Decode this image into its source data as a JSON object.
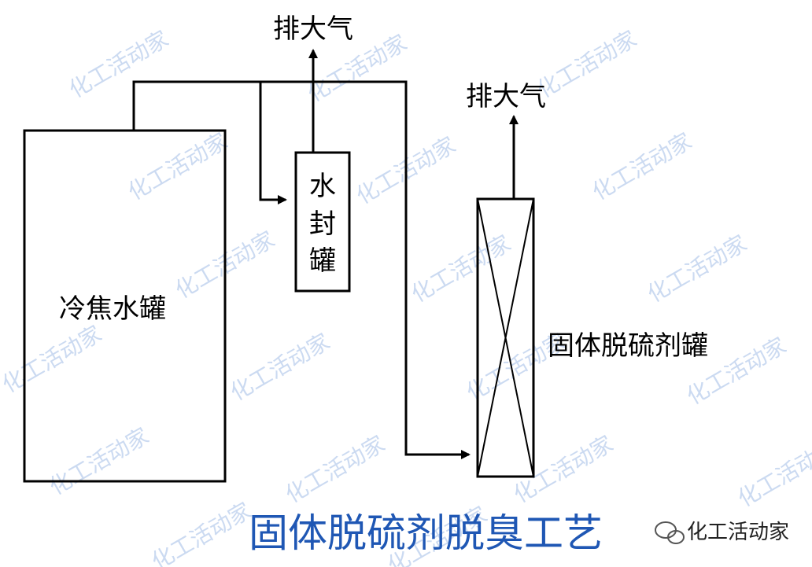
{
  "diagram": {
    "title": "固体脱硫剂脱臭工艺",
    "tanks": {
      "cold_coke_water": "冷焦水罐",
      "water_seal": [
        "水",
        "封",
        "罐"
      ],
      "solid_desulfurizer": "固体脱硫剂罐"
    },
    "vents": {
      "vent_water_seal": "排大气",
      "vent_desulfurizer": "排大气"
    }
  },
  "watermark": {
    "text": "化工活动家",
    "color": "#6a96d8"
  },
  "brand": {
    "name": "化工活动家",
    "icon": "wechat-logo-icon"
  },
  "colors": {
    "title": "#1f57b4",
    "lines": "#000000"
  }
}
